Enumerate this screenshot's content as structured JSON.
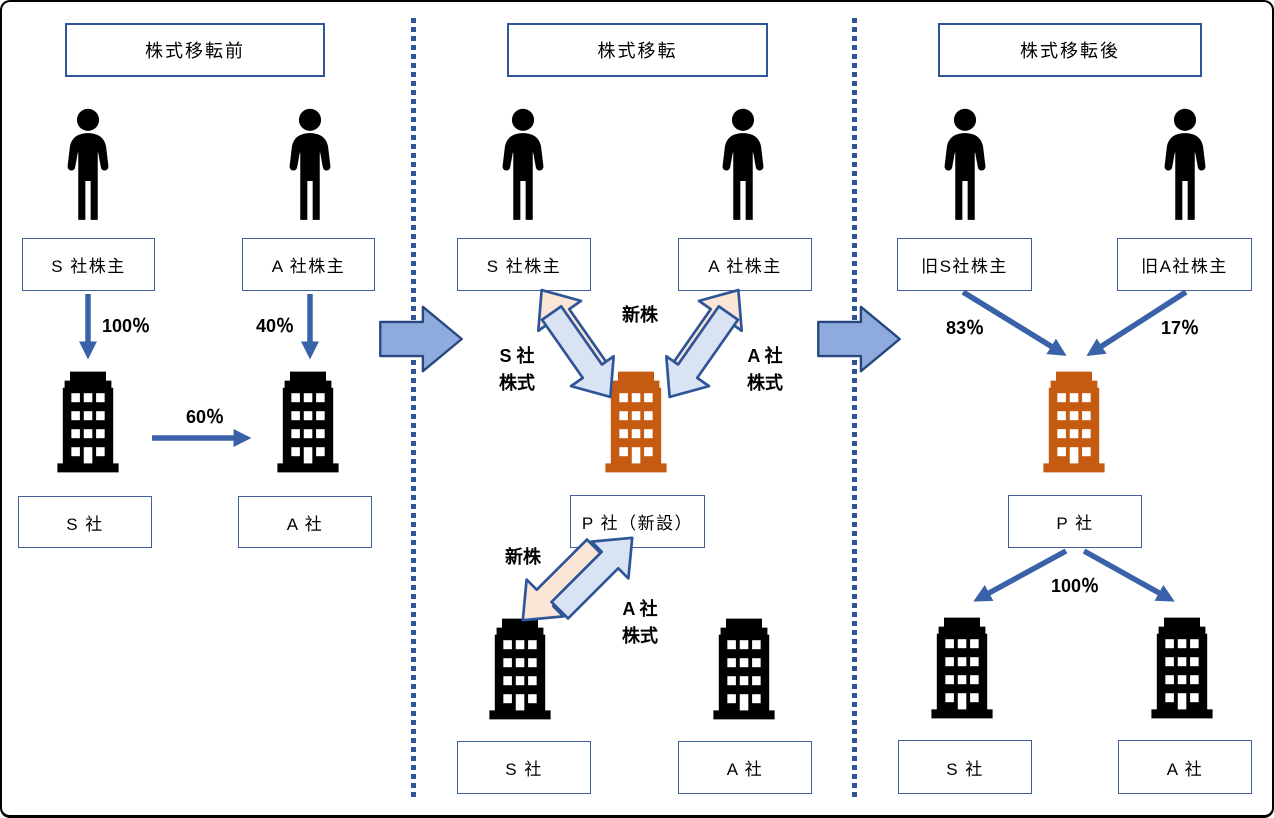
{
  "diagram": {
    "panel_before": {
      "title": "株式移転前",
      "shareholder_s": "S 社株主",
      "shareholder_a": "A 社株主",
      "pct_s_to_s": "100％",
      "pct_a_to_a": "40％",
      "pct_s_to_a": "60％",
      "company_s": "S 社",
      "company_a": "A 社"
    },
    "panel_during": {
      "title": "株式移転",
      "shareholder_s": "S 社株主",
      "shareholder_a": "A 社株主",
      "new_shares_top": "新株",
      "s_shares_line1": "S 社",
      "s_shares_line2": "株式",
      "a_shares_line1": "A 社",
      "a_shares_line2": "株式",
      "p_company_new": "P 社（新設）",
      "new_shares_bottom": "新株",
      "a_shares_bottom_line1": "A 社",
      "a_shares_bottom_line2": "株式",
      "company_s": "S 社",
      "company_a": "A 社"
    },
    "panel_after": {
      "title": "株式移転後",
      "shareholder_s": "旧S社株主",
      "shareholder_a": "旧A社株主",
      "pct_old_s": "83％",
      "pct_old_a": "17％",
      "p_company": "P 社",
      "pct_p_to_subs": "100％",
      "company_s": "S 社",
      "company_a": "A 社"
    },
    "colors": {
      "straight_arrow": "#3a62a8",
      "big_arrow_fill": "#8faadc",
      "big_arrow_border": "#27487f",
      "fat_arrow_peach": "#fbe5d6",
      "fat_arrow_blue": "#dae3f3",
      "fat_arrow_border": "#2e5597",
      "box_border": "#41609c",
      "building_default": "#000000",
      "building_new_company": "#c55a11",
      "divider": "#2e5597"
    }
  }
}
